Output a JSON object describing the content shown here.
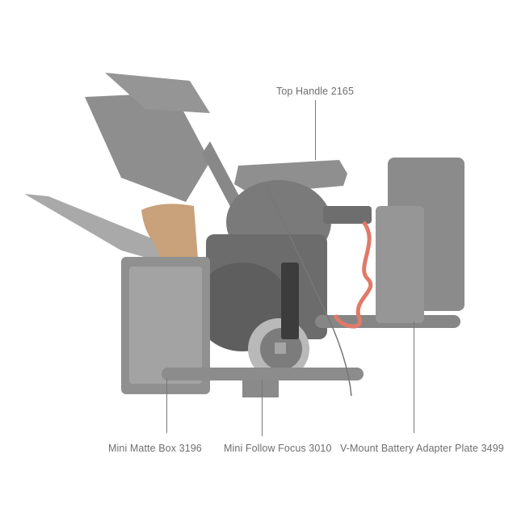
{
  "image": {
    "description": "Camera cage kit product diagram with labeled accessories",
    "background": "#ffffff"
  },
  "callouts": [
    {
      "id": "top-handle",
      "label": "Top Handle 2165"
    },
    {
      "id": "matte-box",
      "label": "Mini Matte Box 3196"
    },
    {
      "id": "follow-focus",
      "label": "Mini Follow Focus 3010"
    },
    {
      "id": "vmount-plate",
      "label": "V-Mount Battery Adapter Plate 3499"
    }
  ],
  "colors": {
    "label_text": "#6e6e6e",
    "leader_line": "#777777",
    "product_gray": "#8a8a8a",
    "wood_handle": "#c9a17a",
    "cable_red": "#e07a6a"
  }
}
